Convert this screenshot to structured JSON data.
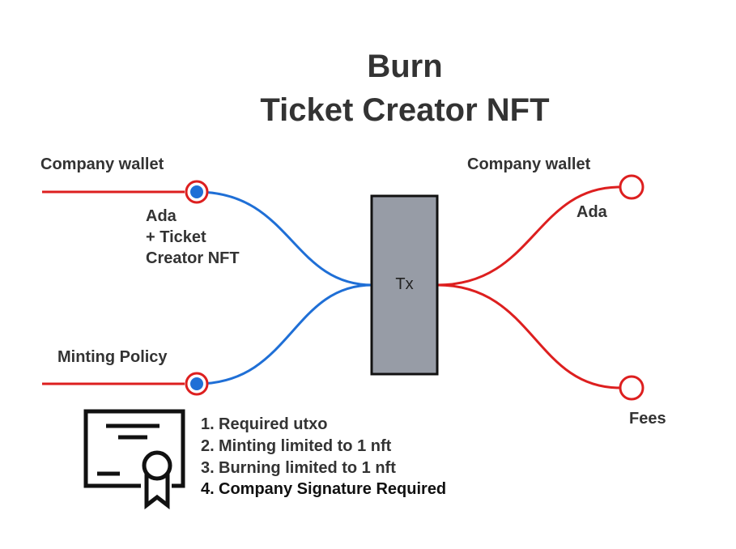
{
  "title": {
    "line1": "Burn",
    "line2": "Ticket Creator NFT"
  },
  "inputs": [
    {
      "label": "Company wallet",
      "value_lines": [
        "Ada",
        "+ Ticket",
        "Creator NFT"
      ]
    },
    {
      "label": "Minting Policy"
    }
  ],
  "tx": {
    "label": "Tx"
  },
  "outputs": [
    {
      "label": "Company wallet",
      "value": "Ada"
    },
    {
      "label": "Fees"
    }
  ],
  "requirements": [
    {
      "num": "1.",
      "text": "Required utxo"
    },
    {
      "num": "2.",
      "text": "Minting limited to 1 nft"
    },
    {
      "num": "3.",
      "text": "Burning limited to 1 nft"
    },
    {
      "num": "4.",
      "text": "Company Signature Required"
    }
  ],
  "colors": {
    "input_line": "#dd1f1f",
    "input_curve": "#1f6fd6",
    "output_curve": "#dd1f1f",
    "tx_fill": "#979ca6",
    "text": "#333333"
  },
  "icons": {
    "policy": "certificate-icon"
  }
}
